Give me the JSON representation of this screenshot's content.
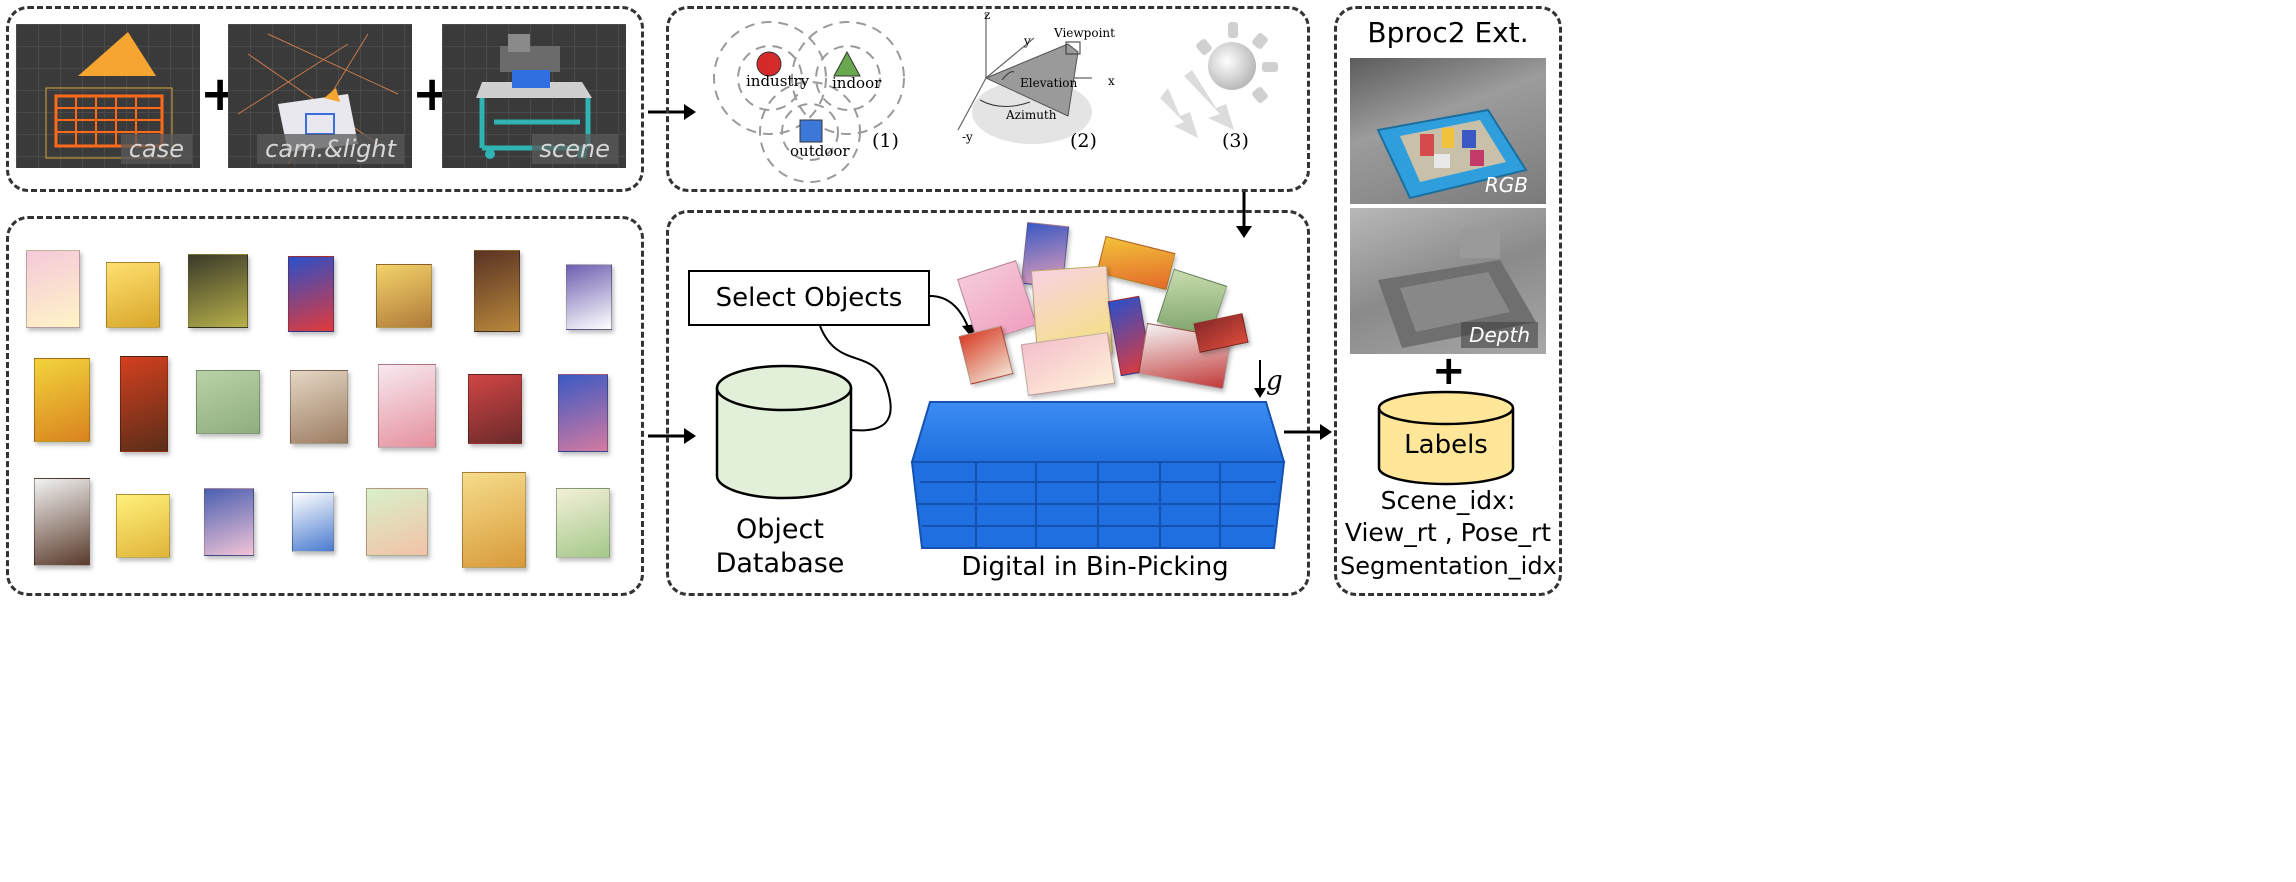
{
  "asset_panel": {
    "thumbnails": [
      {
        "label": "case"
      },
      {
        "label": "cam.&light"
      },
      {
        "label": "scene"
      }
    ],
    "plus": "+"
  },
  "randomization_panel": {
    "domains": [
      {
        "label": "industry",
        "color": "#d62a2a"
      },
      {
        "label": "indoor",
        "color": "#6aa84f"
      },
      {
        "label": "outdoor",
        "color": "#3c78d8"
      }
    ],
    "markers": [
      "(1)",
      "(2)",
      "(3)"
    ],
    "camera_axes": {
      "z": "z",
      "y": "y",
      "x": "x",
      "neg_y": "-y"
    },
    "camera_labels": {
      "viewpoint": "Viewpoint",
      "elevation": "Elevation",
      "azimuth": "Azimuth"
    }
  },
  "simulation_panel": {
    "select_objects": "Select Objects",
    "database_label_line1": "Object",
    "database_label_line2": "Database",
    "gravity": "g",
    "bin_caption": "Digital in Bin-Picking"
  },
  "output_panel": {
    "title": "Bproc2 Ext.",
    "rgb_label": "RGB",
    "depth_label": "Depth",
    "plus": "+",
    "labels_db": "Labels",
    "lines": [
      "Scene_idx:",
      "View_rt , Pose_rt",
      "Segmentation_idx"
    ]
  },
  "colors": {
    "database_fill": "#e2f0d9",
    "labels_fill": "#ffe699",
    "bin_blue": "#1f6fe0",
    "frustum_orange": "#f6a531"
  }
}
